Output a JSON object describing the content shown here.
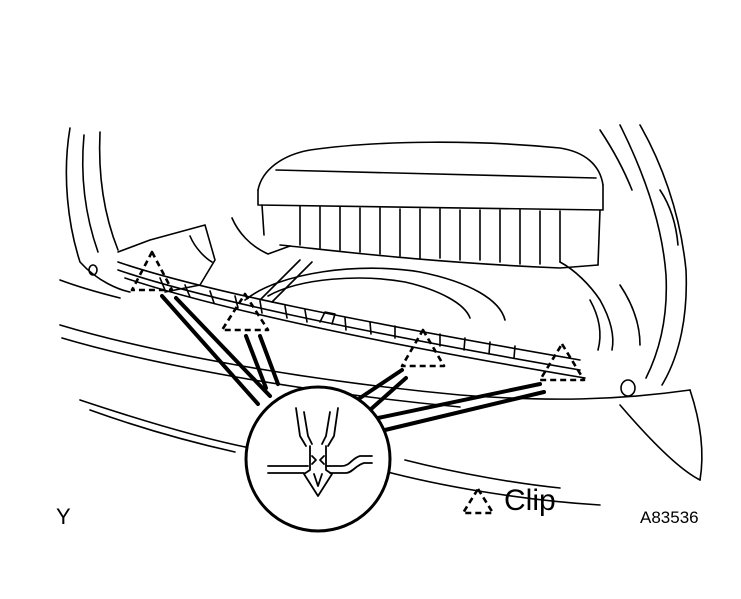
{
  "figure": {
    "view_label": "Y",
    "legend": {
      "icon": "dashed-triangle-icon",
      "text": "Clip"
    },
    "figure_id": "A83536"
  },
  "colors": {
    "line": "#000000",
    "background": "#ffffff"
  }
}
